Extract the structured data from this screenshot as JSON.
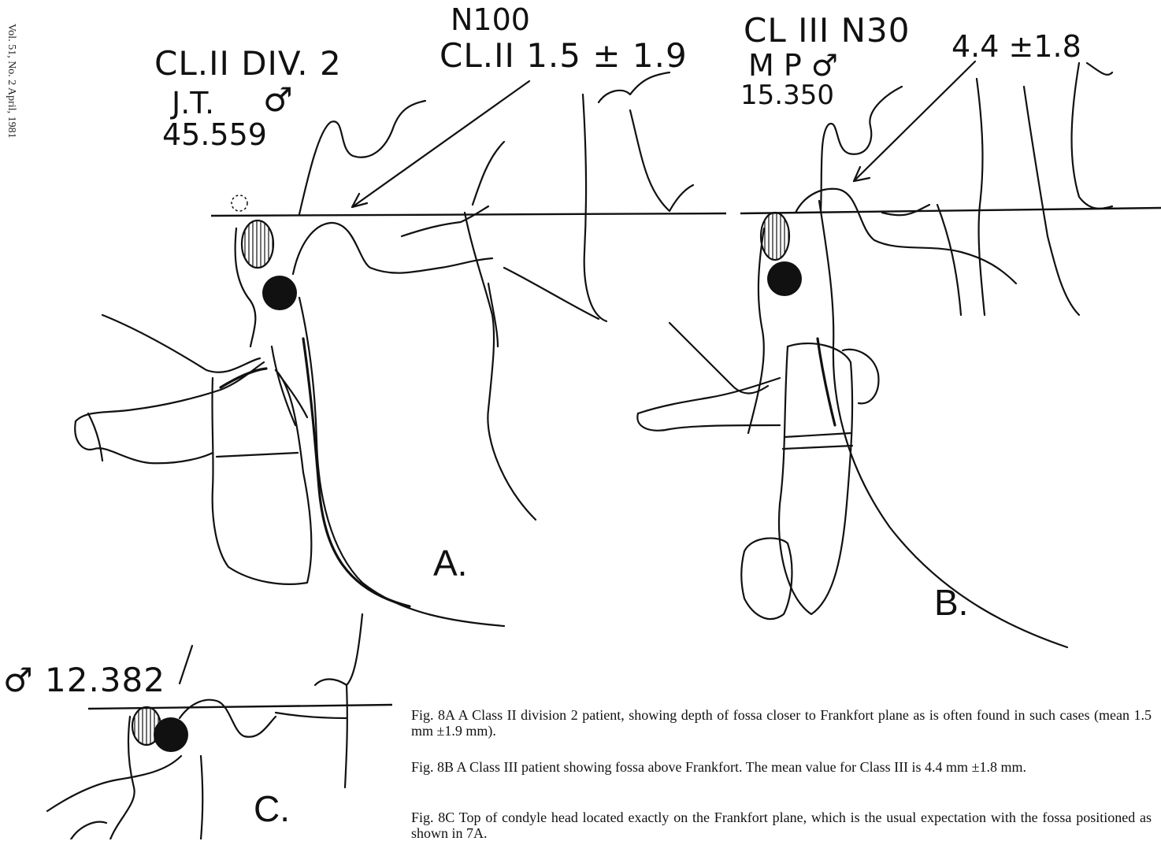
{
  "tracings": {
    "A": {
      "label": "A.",
      "notes": [
        "CL.II DIV. 2",
        "J.T.",
        "♂",
        "45.559"
      ],
      "callout": [
        "N100",
        "CL.II 1.5 ± 1.9"
      ]
    },
    "B": {
      "label": "B.",
      "notes": [
        "CL III N30",
        "M P ♂",
        "15.350"
      ],
      "callout": "4.4 ±1.8"
    },
    "C": {
      "label": "C.",
      "notes": [
        "♂ 12.382"
      ]
    }
  },
  "captions": [
    "Fig. 8A  A Class II division 2 patient, showing depth of fossa closer to Frankfort plane as is often found in such cases (mean 1.5 mm ±1.9 mm).",
    "Fig. 8B  A Class III patient showing fossa above Frankfort. The mean value for Class III is 4.4 mm ±1.8 mm.",
    "Fig. 8C  Top of condyle head located exactly on the Frankfort plane, which is the usual expectation with the fossa positioned as shown in 7A."
  ],
  "margin_text": "Vol. 51, No. 2  April, 1981"
}
